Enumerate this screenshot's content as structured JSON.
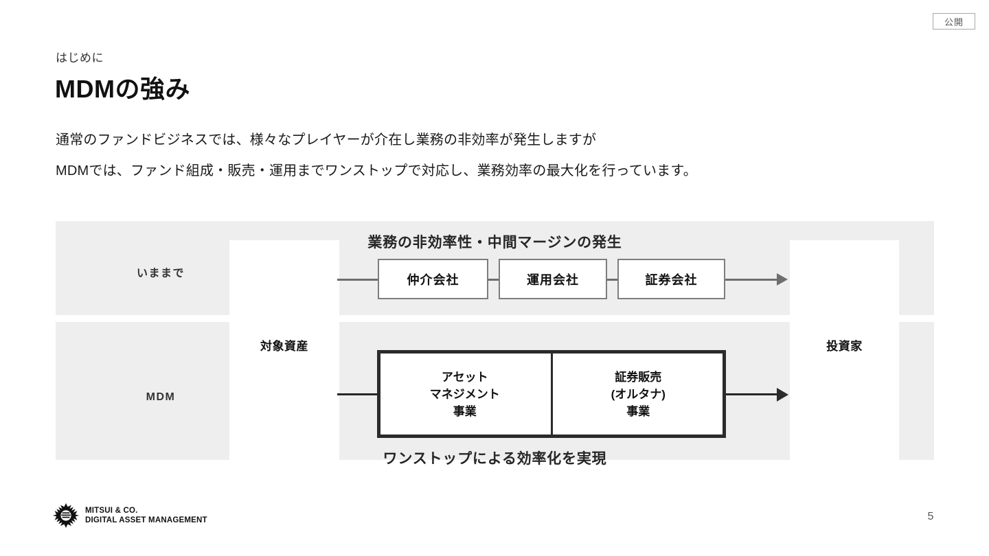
{
  "badge": {
    "label": "公開"
  },
  "header": {
    "eyebrow": "はじめに",
    "title": "MDMの強み"
  },
  "lead": {
    "line1": "通常のファンドビジネスでは、様々なプレイヤーが介在し業務の非効率が発生しますが",
    "line2": "MDMでは、ファンド組成・販売・運用までワンストップで対応し、業務効率の最大化を行っています。"
  },
  "diagram": {
    "caption_top": "業務の非効率性・中間マージンの発生",
    "caption_bottom": "ワンストップによる効率化を実現",
    "row_labels": {
      "legacy": "いままで",
      "mdm": "MDM"
    },
    "column_labels": {
      "assets": "対象資産",
      "investors": "投資家"
    },
    "legacy_chain": [
      {
        "label": "仲介会社"
      },
      {
        "label": "運用会社"
      },
      {
        "label": "証券会社"
      }
    ],
    "mdm_block": [
      {
        "line1": "アセット",
        "line2": "マネジメント",
        "line3": "事業"
      },
      {
        "line1": "証券販売",
        "line2": "(オルタナ)",
        "line3": "事業"
      }
    ],
    "colors": {
      "panel_bg": "#eeeeee",
      "chain_border": "#7d7d7d",
      "chain_arrow": "#6e6e6e",
      "mdm_border": "#2b2b2b",
      "text": "#111111"
    }
  },
  "footer": {
    "logo_line1": "MITSUI & CO.",
    "logo_line2": "DIGITAL ASSET MANAGEMENT",
    "page_number": "5"
  }
}
